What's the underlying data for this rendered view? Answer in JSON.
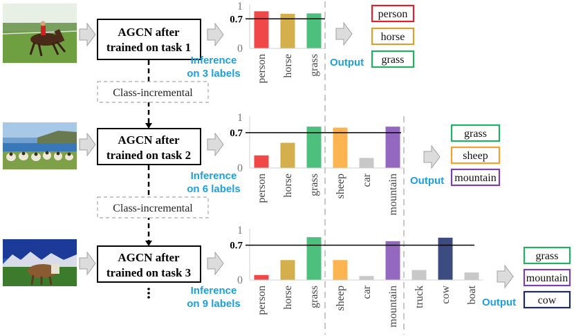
{
  "stages": [
    {
      "model_line1": "AGCN after",
      "model_line2": "trained on task 1",
      "inference_line1": "Inference",
      "inference_line2": "on 3 labels",
      "output_label": "Output",
      "chart_data": {
        "type": "bar",
        "categories": [
          "person",
          "horse",
          "grass"
        ],
        "values": [
          0.88,
          0.82,
          0.83
        ],
        "colors": [
          "#f04848",
          "#d4b04c",
          "#4cc07c"
        ],
        "threshold": 0.7,
        "ylim": [
          0,
          1
        ],
        "yticks": [
          "1",
          "0.7",
          "0"
        ]
      },
      "outputs": [
        {
          "label": "person",
          "color": "#e0202c"
        },
        {
          "label": "horse",
          "color": "#d9a030"
        },
        {
          "label": "grass",
          "color": "#20b060"
        }
      ]
    },
    {
      "model_line1": "AGCN after",
      "model_line2": "trained on task 2",
      "inference_line1": "Inference",
      "inference_line2": "on 6 labels",
      "output_label": "Output",
      "chart_data": {
        "type": "bar",
        "categories": [
          "person",
          "horse",
          "grass",
          "sheep",
          "car",
          "mountain"
        ],
        "values": [
          0.25,
          0.5,
          0.82,
          0.8,
          0.2,
          0.82
        ],
        "colors": [
          "#f04848",
          "#d4b04c",
          "#4cc07c",
          "#fcb450",
          "#c8c8c8",
          "#9468c0"
        ],
        "threshold": 0.7,
        "ylim": [
          0,
          1
        ],
        "yticks": [
          "1",
          "0.7",
          "0"
        ]
      },
      "outputs": [
        {
          "label": "grass",
          "color": "#20b060"
        },
        {
          "label": "sheep",
          "color": "#f7a030"
        },
        {
          "label": "mountain",
          "color": "#7a40b0"
        }
      ]
    },
    {
      "model_line1": "AGCN after",
      "model_line2": "trained on task 3",
      "inference_line1": "Inference",
      "inference_line2": "on 9 labels",
      "output_label": "Output",
      "chart_data": {
        "type": "bar",
        "categories": [
          "person",
          "horse",
          "grass",
          "sheep",
          "car",
          "mountain",
          "truck",
          "cow",
          "boat"
        ],
        "values": [
          0.1,
          0.4,
          0.86,
          0.4,
          0.08,
          0.78,
          0.2,
          0.85,
          0.15
        ],
        "colors": [
          "#f04848",
          "#d4b04c",
          "#4cc07c",
          "#fcb450",
          "#c8c8c8",
          "#9468c0",
          "#c8c8c8",
          "#3c4c80",
          "#c8c8c8"
        ],
        "threshold": 0.7,
        "ylim": [
          0,
          1
        ],
        "yticks": [
          "1",
          "0.7",
          "0"
        ]
      },
      "outputs": [
        {
          "label": "grass",
          "color": "#20b060"
        },
        {
          "label": "mountain",
          "color": "#7a40b0"
        },
        {
          "label": "cow",
          "color": "#1c2c60"
        }
      ]
    }
  ],
  "transitions": [
    "Class-incremental",
    "Class-incremental"
  ]
}
